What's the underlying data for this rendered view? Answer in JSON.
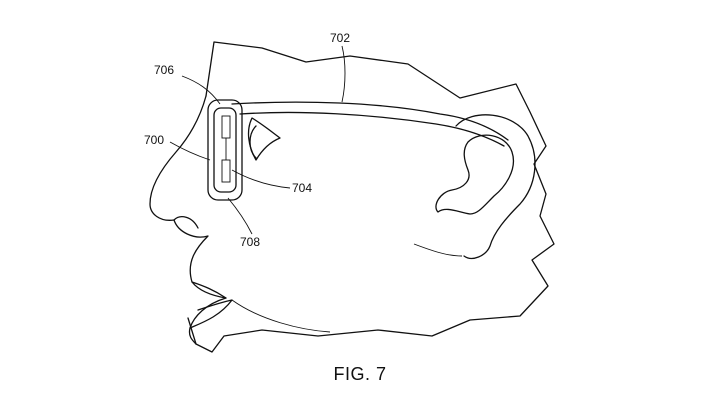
{
  "figure": {
    "caption": "FIG. 7",
    "labels": {
      "r700": "700",
      "r702": "702",
      "r704": "704",
      "r706": "706",
      "r708": "708"
    }
  }
}
